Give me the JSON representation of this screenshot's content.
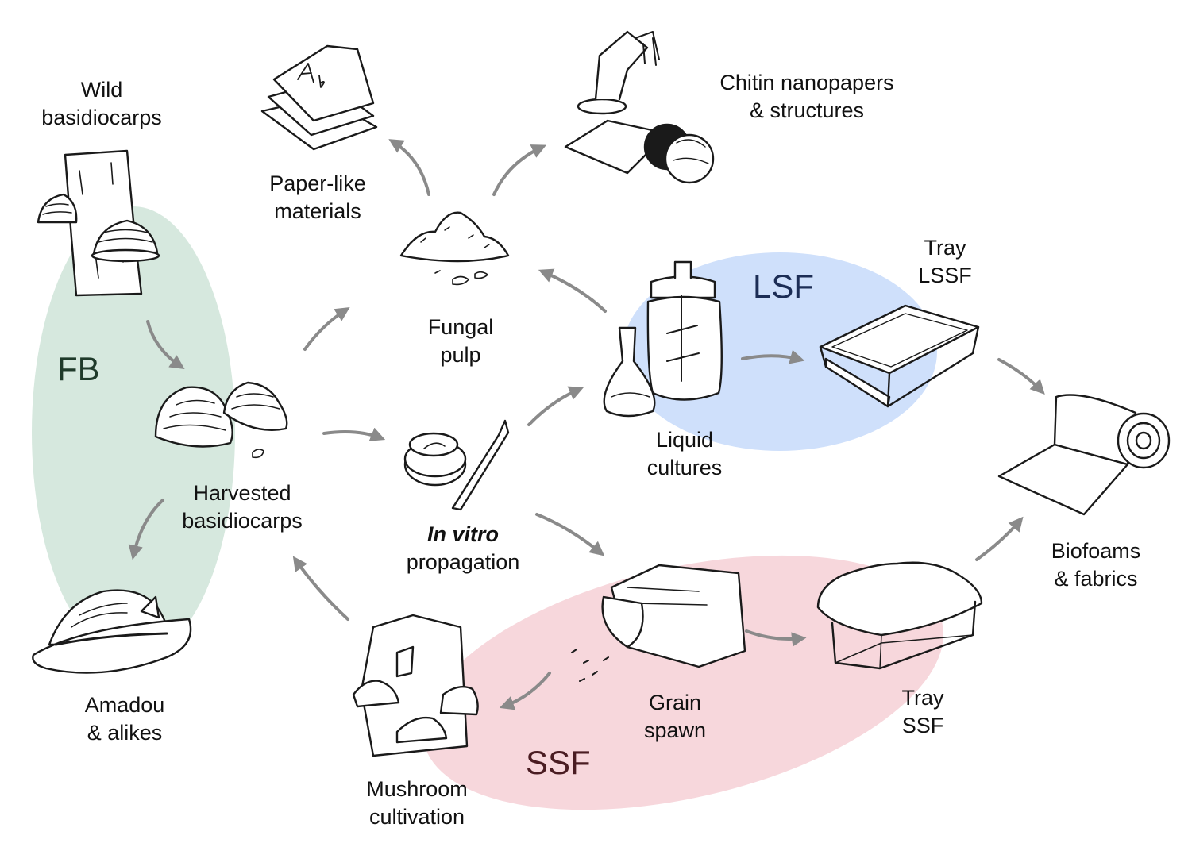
{
  "regions": {
    "fb": {
      "label": "FB",
      "fill": "#d6e8de",
      "text_color": "#1f3a2a"
    },
    "lsf": {
      "label": "LSF",
      "fill": "#cfe0fb",
      "text_color": "#1c2d55"
    },
    "ssf": {
      "label": "SSF",
      "fill": "#f7d7dc",
      "text_color": "#4a1c22"
    }
  },
  "nodes": {
    "wild": {
      "line1": "Wild",
      "line2": "basidiocarps",
      "icon": "tree-trunk-bracket-fungi-icon"
    },
    "harvested": {
      "line1": "Harvested",
      "line2": "basidiocarps",
      "icon": "harvested-mushrooms-icon"
    },
    "amadou": {
      "line1": "Amadou",
      "line2": "& alikes",
      "icon": "felt-hat-icon"
    },
    "paper": {
      "line1": "Paper-like",
      "line2": "materials",
      "icon": "paper-sheets-icon"
    },
    "pulp": {
      "line1": "Fungal",
      "line2": "pulp",
      "icon": "pulp-pile-icon"
    },
    "chitin": {
      "line1": "Chitin nanopapers",
      "line2": "& structures",
      "icon": "robotic-arm-icon"
    },
    "invitro": {
      "line1": "In vitro",
      "line2": "propagation",
      "icon": "petri-dish-scalpel-icon"
    },
    "liquid": {
      "line1": "Liquid",
      "line2": "cultures",
      "icon": "bioreactor-flask-icon"
    },
    "tray_lssf": {
      "line1": "Tray",
      "line2": "LSSF",
      "icon": "tray-lssf-icon"
    },
    "biofoams": {
      "line1": "Biofoams",
      "line2": "& fabrics",
      "icon": "rolled-fabric-icon"
    },
    "grain": {
      "line1": "Grain",
      "line2": "spawn",
      "icon": "grain-bag-icon"
    },
    "tray_ssf": {
      "line1": "Tray",
      "line2": "SSF",
      "icon": "tray-ssf-icon"
    },
    "mushroom": {
      "line1": "Mushroom",
      "line2": "cultivation",
      "icon": "grow-bag-icon"
    }
  },
  "colors": {
    "arrow": "#8a8a8a",
    "ink": "#1a1a1a",
    "label": "#111111"
  }
}
